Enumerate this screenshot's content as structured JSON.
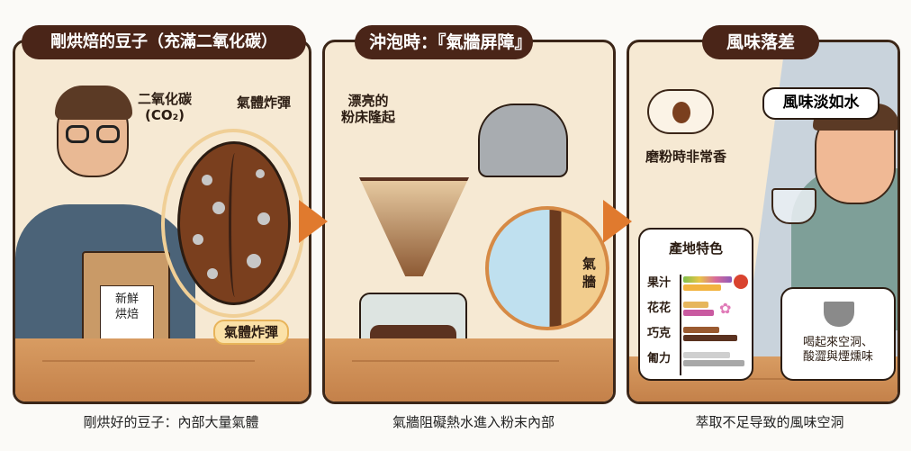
{
  "panels": [
    {
      "title": "剛烘焙的豆子（充滿二氧化碳）",
      "caption": "剛烘好的豆子：內部大量氣體",
      "labels": {
        "co2": "二氧化碳",
        "co2_formula": "(CO₂)",
        "gas_bomb_top": "氣體炸彈",
        "gas_bomb_badge": "氣體炸彈",
        "bag_label_line1": "新鮮",
        "bag_label_line2": "烘焙"
      }
    },
    {
      "title": "沖泡時：『氣牆屏障』",
      "caption": "氣牆阻礙熱水進入粉末內部",
      "labels": {
        "bloom_line1": "漂亮的",
        "bloom_line2": "粉床隆起",
        "gas_wall": "氣\n牆"
      }
    },
    {
      "title": "風味落差",
      "caption": "萃取不足导致的風味空洞",
      "labels": {
        "aroma": "磨粉時非常香",
        "speech": "風味淡如水",
        "result_line1": "喝起來空洞、",
        "result_line2": "酸澀與煙燻味"
      },
      "origin_chart": {
        "title": "產地特色",
        "rows": [
          {
            "label": "果汁",
            "icon": "fruit-icon"
          },
          {
            "label": "花花",
            "icon": "flower-icon"
          },
          {
            "label": "巧克",
            "icon": ""
          },
          {
            "label": "匍力",
            "icon": ""
          }
        ]
      }
    }
  ],
  "colors": {
    "title_bg": "#4a2518",
    "panel_bg": "#f6e9d3",
    "border": "#3b2618",
    "arrow": "#e07a2e",
    "bean": "#7a3f1e"
  }
}
